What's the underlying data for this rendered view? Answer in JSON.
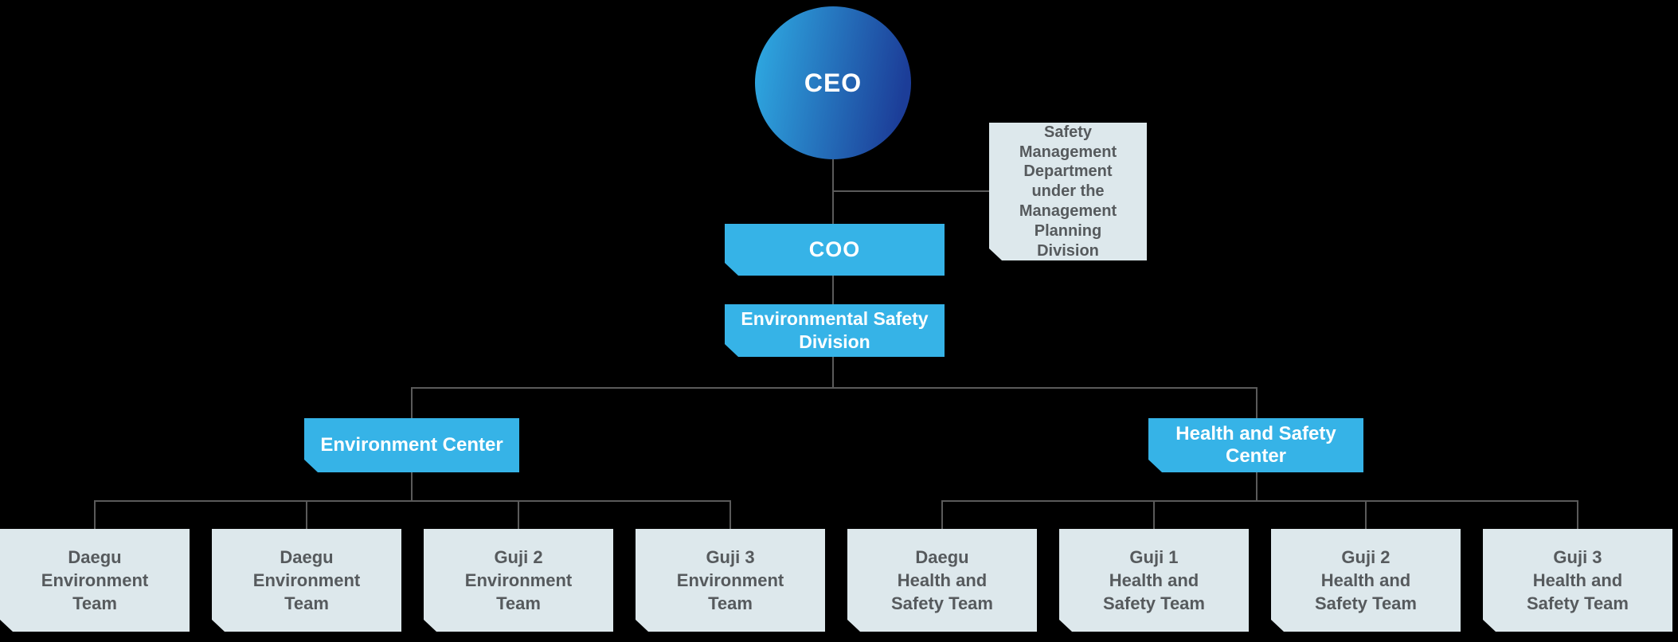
{
  "colors": {
    "accent_blue": "#36b3e7",
    "circle_gradient_start": "#2ea7e0",
    "circle_gradient_end": "#1c3d98",
    "note_box_bg": "#dde8ec",
    "note_text": "#565a5d",
    "connector": "#5a5a5a",
    "node_text": "#ffffff",
    "background": "#000000"
  },
  "nodes": {
    "ceo": {
      "label": "CEO"
    },
    "coo": {
      "label": "COO"
    },
    "safety_note": {
      "label": "Safety\nManagement\nDepartment\nunder the\nManagement\nPlanning\nDivision"
    },
    "division": {
      "label": "Environmental Safety\nDivision"
    },
    "environment_center": {
      "label": "Environment Center"
    },
    "health_safety_center": {
      "label": "Health and Safety Center"
    },
    "teams": [
      {
        "label": "Daegu\nEnvironment\nTeam"
      },
      {
        "label": "Daegu\nEnvironment\nTeam"
      },
      {
        "label": "Guji 2\nEnvironment\nTeam"
      },
      {
        "label": "Guji 3\nEnvironment\nTeam"
      },
      {
        "label": "Daegu\nHealth and\nSafety Team"
      },
      {
        "label": "Guji 1\nHealth and\nSafety Team"
      },
      {
        "label": "Guji 2\nHealth and\nSafety Team"
      },
      {
        "label": "Guji 3\nHealth and\nSafety Team"
      }
    ]
  }
}
